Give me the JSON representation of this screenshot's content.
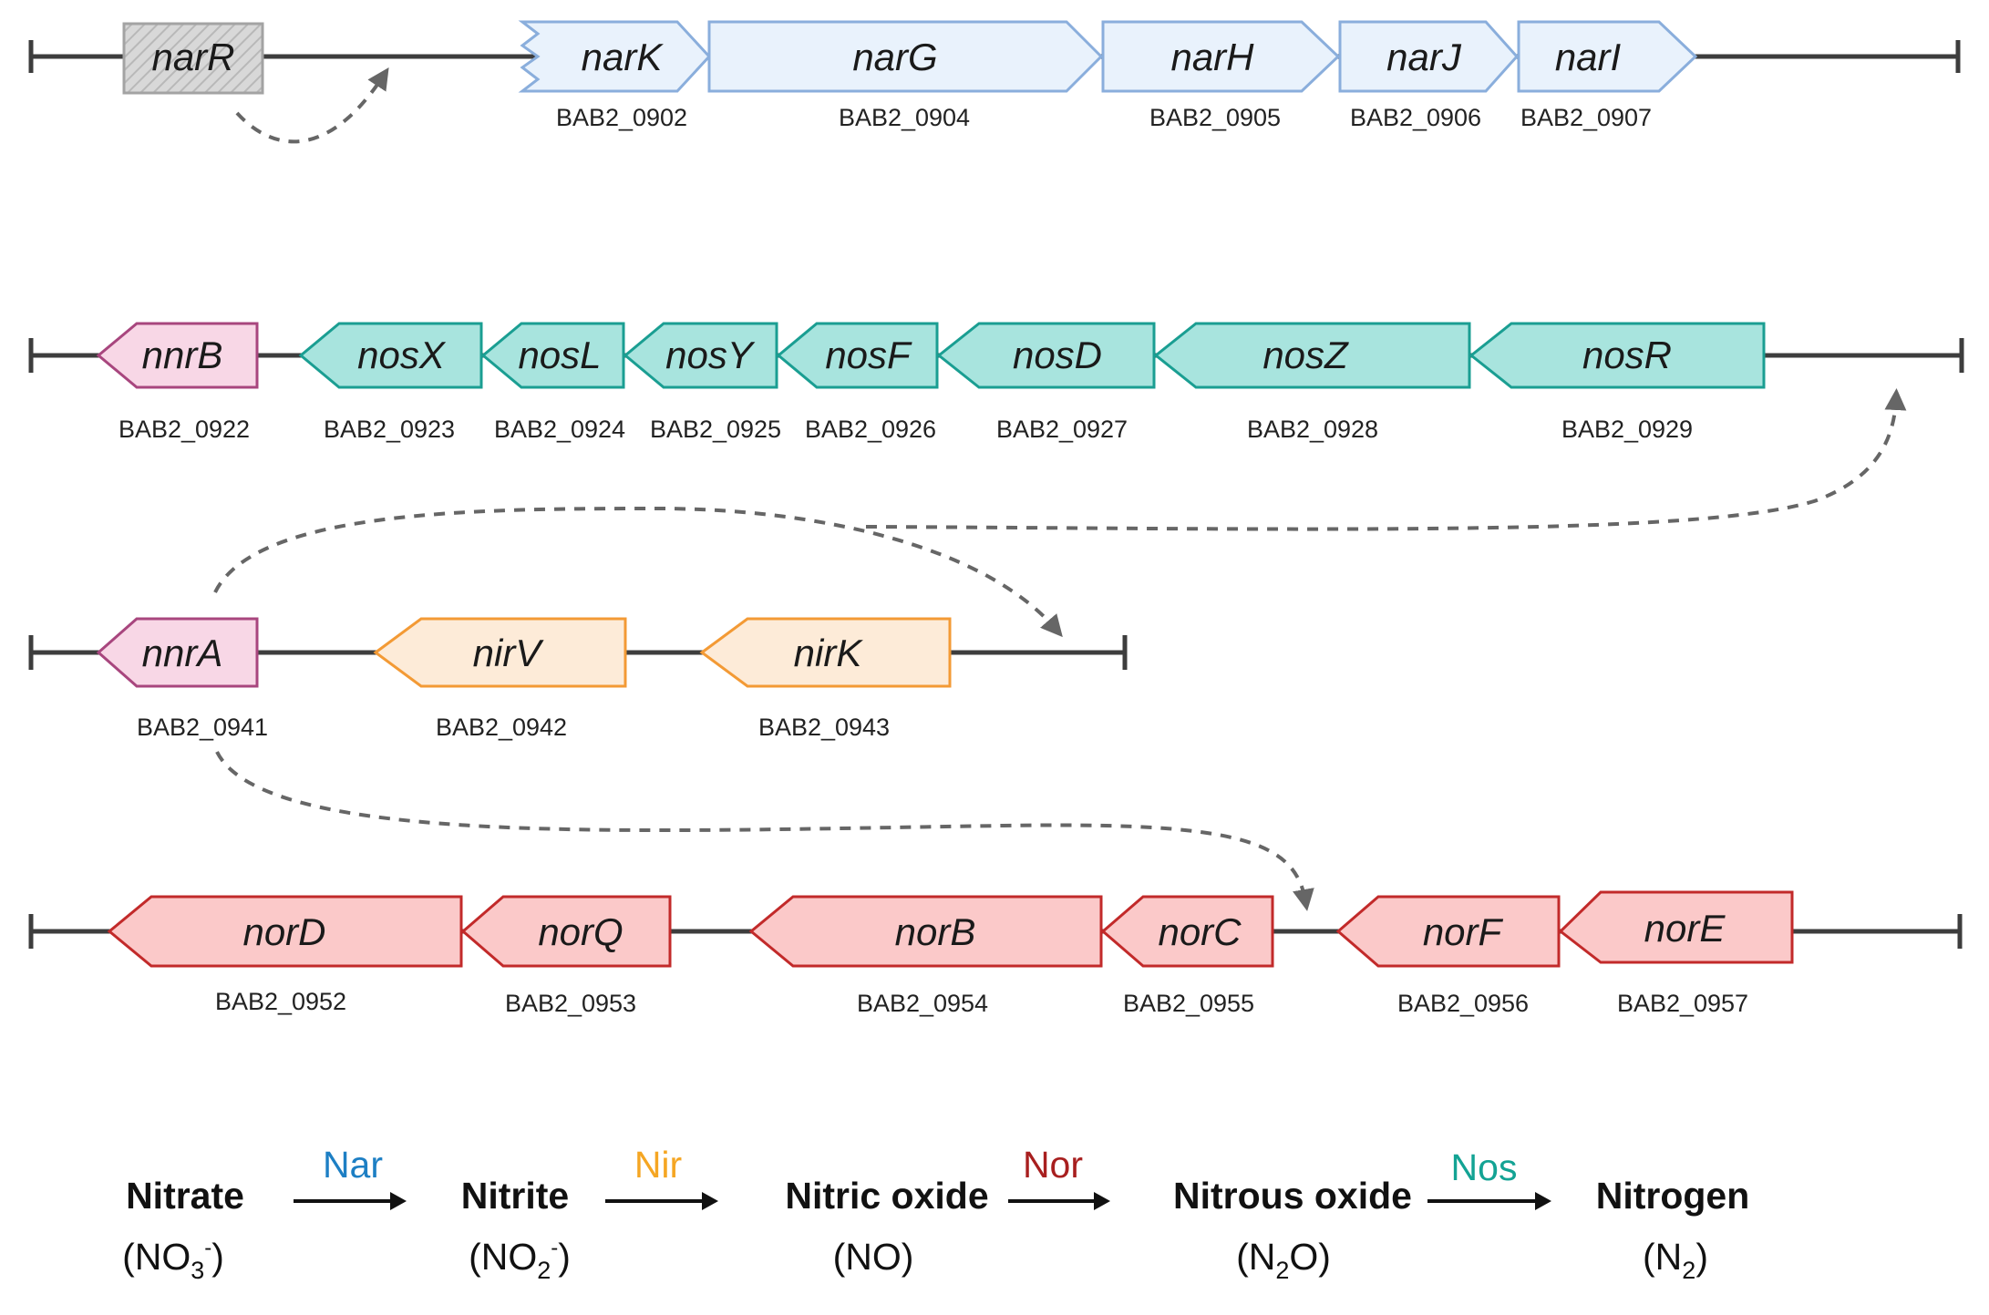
{
  "colors": {
    "nar_fill": "#e9f2fc",
    "nar_stroke": "#8aaedc",
    "narR_fill": "#d8d8d8",
    "narR_stroke": "#a3a3a3",
    "nnr_fill": "#f8d7e6",
    "nnr_stroke": "#a8467e",
    "nos_fill": "#a8e4de",
    "nos_stroke": "#1a9e92",
    "nir_fill": "#fdebd8",
    "nir_stroke": "#f39a35",
    "nor_fill": "#fbc9c9",
    "nor_stroke": "#c22a2a",
    "backbone": "#3d3d3d",
    "dashed": "#666666",
    "enzyme_nar": "#1d7fc4",
    "enzyme_nir": "#f5a623",
    "enzyme_nor": "#a81f1f",
    "enzyme_nos": "#13a394"
  },
  "clusters": [
    {
      "genes": [
        {
          "name": "narR",
          "locus": "",
          "family": "narR"
        },
        {
          "name": "narK",
          "locus": "BAB2_0902",
          "family": "nar"
        },
        {
          "name": "narG",
          "locus": "BAB2_0904",
          "family": "nar"
        },
        {
          "name": "narH",
          "locus": "BAB2_0905",
          "family": "nar"
        },
        {
          "name": "narJ",
          "locus": "BAB2_0906",
          "family": "nar"
        },
        {
          "name": "narI",
          "locus": "BAB2_0907",
          "family": "nar"
        }
      ]
    },
    {
      "genes": [
        {
          "name": "nnrB",
          "locus": "BAB2_0922",
          "family": "nnr"
        },
        {
          "name": "nosX",
          "locus": "BAB2_0923",
          "family": "nos"
        },
        {
          "name": "nosL",
          "locus": "BAB2_0924",
          "family": "nos"
        },
        {
          "name": "nosY",
          "locus": "BAB2_0925",
          "family": "nos"
        },
        {
          "name": "nosF",
          "locus": "BAB2_0926",
          "family": "nos"
        },
        {
          "name": "nosD",
          "locus": "BAB2_0927",
          "family": "nos"
        },
        {
          "name": "nosZ",
          "locus": "BAB2_0928",
          "family": "nos"
        },
        {
          "name": "nosR",
          "locus": "BAB2_0929",
          "family": "nos"
        }
      ]
    },
    {
      "genes": [
        {
          "name": "nnrA",
          "locus": "BAB2_0941",
          "family": "nnr"
        },
        {
          "name": "nirV",
          "locus": "BAB2_0942",
          "family": "nir"
        },
        {
          "name": "nirK",
          "locus": "BAB2_0943",
          "family": "nir"
        }
      ]
    },
    {
      "genes": [
        {
          "name": "norD",
          "locus": "BAB2_0952",
          "family": "nor"
        },
        {
          "name": "norQ",
          "locus": "BAB2_0953",
          "family": "nor"
        },
        {
          "name": "norB",
          "locus": "BAB2_0954",
          "family": "nor"
        },
        {
          "name": "norC",
          "locus": "BAB2_0955",
          "family": "nor"
        },
        {
          "name": "norF",
          "locus": "BAB2_0956",
          "family": "nor"
        },
        {
          "name": "norE",
          "locus": "BAB2_0957",
          "family": "nor"
        }
      ]
    }
  ],
  "pathway": {
    "compounds": [
      {
        "name": "Nitrate",
        "formula_open": "(NO",
        "formula_sub": "3",
        "formula_sup": "-",
        "formula_close": ")"
      },
      {
        "name": "Nitrite",
        "formula_open": "(NO",
        "formula_sub": "2",
        "formula_sup": "-",
        "formula_close": ")"
      },
      {
        "name": "Nitric oxide",
        "formula_open": "(NO)",
        "formula_sub": "",
        "formula_sup": "",
        "formula_close": ""
      },
      {
        "name": "Nitrous oxide",
        "formula_open": "(N",
        "formula_sub": "2",
        "formula_sup": "",
        "formula_close": "O)"
      },
      {
        "name": "Nitrogen",
        "formula_open": "(N",
        "formula_sub": "2",
        "formula_sup": "",
        "formula_close": ")"
      }
    ],
    "enzymes": [
      "Nar",
      "Nir",
      "Nor",
      "Nos"
    ]
  }
}
